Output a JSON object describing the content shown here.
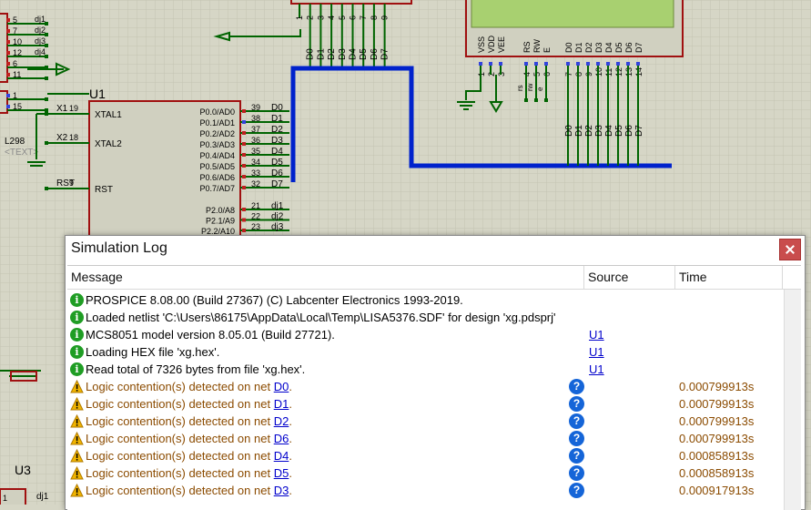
{
  "schematic": {
    "u1": {
      "ref": "U1",
      "left_pins": [
        {
          "num": "19",
          "name": "XTAL1",
          "net": "X1"
        },
        {
          "num": "18",
          "name": "XTAL2",
          "net": "X2"
        },
        {
          "num": "9",
          "name": "RST",
          "net": "RST"
        }
      ],
      "right_pins": [
        {
          "num": "39",
          "name": "P0.0/AD0",
          "net": "D0"
        },
        {
          "num": "38",
          "name": "P0.1/AD1",
          "net": "D1"
        },
        {
          "num": "37",
          "name": "P0.2/AD2",
          "net": "D2"
        },
        {
          "num": "36",
          "name": "P0.3/AD3",
          "net": "D3"
        },
        {
          "num": "35",
          "name": "P0.4/AD4",
          "net": "D4"
        },
        {
          "num": "34",
          "name": "P0.5/AD5",
          "net": "D5"
        },
        {
          "num": "33",
          "name": "P0.6/AD6",
          "net": "D6"
        },
        {
          "num": "32",
          "name": "P0.7/AD7",
          "net": "D7"
        },
        {
          "num": "21",
          "name": "P2.0/A8",
          "net": "dj1"
        },
        {
          "num": "22",
          "name": "P2.1/A9",
          "net": "dj2"
        },
        {
          "num": "23",
          "name": "P2.2/A10",
          "net": "dj3"
        }
      ]
    },
    "u2_bus_top": {
      "pins": [
        "1",
        "2",
        "3",
        "4",
        "5",
        "6",
        "7",
        "8",
        "9"
      ],
      "nets": [
        "D0",
        "D1",
        "D2",
        "D3",
        "D4",
        "D5",
        "D6",
        "D7"
      ]
    },
    "lcd": {
      "power_pins": [
        "VSS",
        "VDD",
        "VEE"
      ],
      "ctrl_pins": [
        "RS",
        "RW",
        "E"
      ],
      "data_pins": [
        "D0",
        "D1",
        "D2",
        "D3",
        "D4",
        "D5",
        "D6",
        "D7"
      ],
      "pin_nums": [
        "1",
        "2",
        "3",
        "4",
        "5",
        "6",
        "7",
        "8",
        "9",
        "10",
        "11",
        "12",
        "13",
        "14"
      ],
      "ctrl_nets": [
        "rs",
        "rw",
        "e"
      ],
      "data_nets": [
        "D0",
        "D1",
        "D2",
        "D3",
        "D4",
        "D5",
        "D6",
        "D7"
      ]
    },
    "left_connector": {
      "rows": [
        {
          "num": "5",
          "net": "dj1"
        },
        {
          "num": "7",
          "net": "dj2"
        },
        {
          "num": "10",
          "net": "dj3"
        },
        {
          "num": "12",
          "net": "dj4"
        },
        {
          "num": "6",
          "net": ""
        },
        {
          "num": "11",
          "net": ""
        },
        {
          "num": "1",
          "net": ""
        },
        {
          "num": "15",
          "net": ""
        }
      ],
      "part": "L298",
      "text_placeholder": "<TEXT>"
    },
    "u3": {
      "ref": "U3",
      "row1_num": "1",
      "row1_net": "dj1"
    }
  },
  "log_window": {
    "title": "Simulation Log",
    "columns": {
      "message": "Message",
      "source": "Source",
      "time": "Time"
    },
    "rows": [
      {
        "type": "info",
        "text": "PROSPICE 8.08.00 (Build 27367) (C) Labcenter Electronics 1993-2019.",
        "source": "",
        "time": ""
      },
      {
        "type": "info",
        "text": "Loaded netlist 'C:\\Users\\86175\\AppData\\Local\\Temp\\LISA5376.SDF' for design 'xg.pdsprj'",
        "source": "",
        "time": ""
      },
      {
        "type": "info",
        "text": "MCS8051 model version 8.05.01 (Build 27721).",
        "source": "U1",
        "time": ""
      },
      {
        "type": "info",
        "text": "Loading HEX file 'xg.hex'.",
        "source": "U1",
        "time": ""
      },
      {
        "type": "info",
        "text": "Read total of 7326 bytes from file 'xg.hex'.",
        "source": "U1",
        "time": ""
      },
      {
        "type": "warn",
        "text": "Logic contention(s) detected on net ",
        "net": "D0",
        "source": "",
        "time": "0.000799913s"
      },
      {
        "type": "warn",
        "text": "Logic contention(s) detected on net ",
        "net": "D1",
        "source": "",
        "time": "0.000799913s"
      },
      {
        "type": "warn",
        "text": "Logic contention(s) detected on net ",
        "net": "D2",
        "source": "",
        "time": "0.000799913s"
      },
      {
        "type": "warn",
        "text": "Logic contention(s) detected on net ",
        "net": "D6",
        "source": "",
        "time": "0.000799913s"
      },
      {
        "type": "warn",
        "text": "Logic contention(s) detected on net ",
        "net": "D4",
        "source": "",
        "time": "0.000858913s"
      },
      {
        "type": "warn",
        "text": "Logic contention(s) detected on net ",
        "net": "D5",
        "source": "",
        "time": "0.000858913s"
      },
      {
        "type": "warn",
        "text": "Logic contention(s) detected on net ",
        "net": "D3",
        "source": "",
        "time": "0.000917913s"
      }
    ]
  },
  "colors": {
    "canvas_bg": "#d6d6c6",
    "grid": "#c4c4b2",
    "wire": "#006400",
    "bus": "#0022cc",
    "chip_border": "#a01010",
    "chip_fill": "#d0d0c0",
    "lcd_screen": "#a8d070",
    "info": "#1f9d24",
    "warn_text": "#8b4b00"
  }
}
